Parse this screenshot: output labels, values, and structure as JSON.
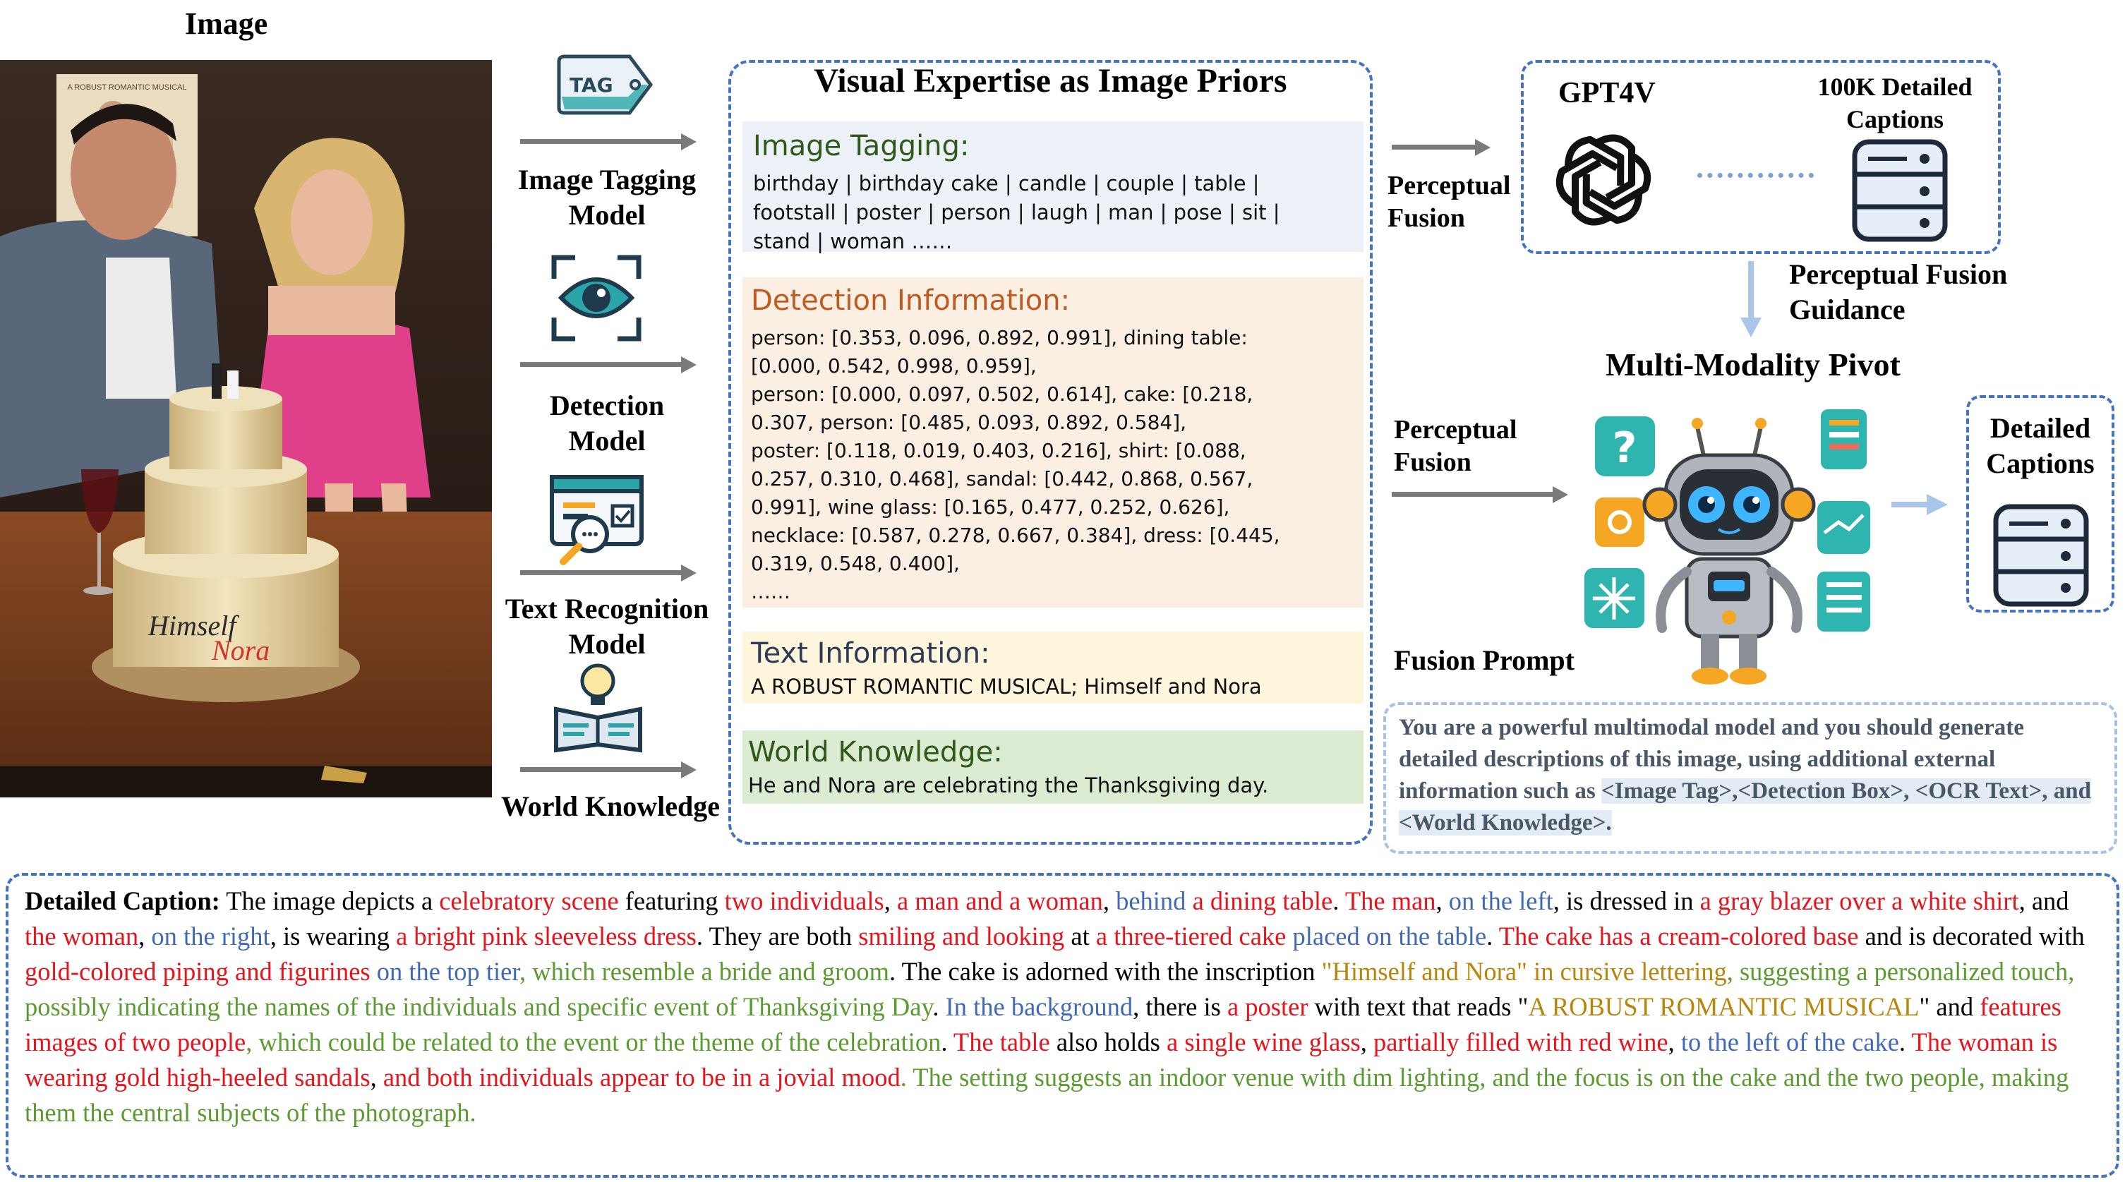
{
  "image_section": {
    "title": "Image",
    "poster_title": "A ROBUST ROMANTIC MUSICAL",
    "cake_inscription_1": "Himself",
    "cake_inscription_2": "Nora"
  },
  "models": {
    "tag_icon_text": "TAG",
    "tagging": "Image Tagging\nModel",
    "detection": "Detection\nModel",
    "text_recognition": "Text Recognition\nModel",
    "world_knowledge": "World Knowledge"
  },
  "priors": {
    "title": "Visual Expertise as Image Priors",
    "tagging": {
      "title": "Image Tagging:",
      "text": "birthday | birthday cake | candle | couple | table |\nfootstall | poster | person | laugh | man | pose | sit |\nstand | woman ……"
    },
    "detection": {
      "title": "Detection Information:",
      "text": "person: [0.353, 0.096, 0.892, 0.991], dining table:\n[0.000, 0.542, 0.998, 0.959],\nperson: [0.000, 0.097, 0.502, 0.614], cake: [0.218,\n0.307, person: [0.485, 0.093, 0.892, 0.584],\nposter: [0.118, 0.019, 0.403, 0.216],  shirt: [0.088,\n0.257, 0.310, 0.468], sandal: [0.442, 0.868, 0.567,\n0.991], wine glass: [0.165, 0.477, 0.252, 0.626],\nnecklace: [0.587, 0.278, 0.667, 0.384],  dress: [0.445,\n0.319, 0.548, 0.400],\n……"
    },
    "text_info": {
      "title": "Text Information:",
      "text": "A ROBUST ROMANTIC MUSICAL; Himself and Nora"
    },
    "world": {
      "title": "World Knowledge:",
      "text": "He and Nora are celebrating the Thanksgiving day."
    }
  },
  "right": {
    "perceptual_fusion_1": "Perceptual\nFusion",
    "perceptual_fusion_2": "Perceptual\nFusion",
    "gpt4v": "GPT4V",
    "captions_100k": "100K Detailed\nCaptions",
    "fusion_guidance": "Perceptual Fusion\nGuidance",
    "pivot_title": "Multi-Modality Pivot",
    "detailed_captions": "Detailed\nCaptions",
    "fusion_prompt_label": "Fusion Prompt",
    "prompt_text": "You are a powerful multimodal model and you should generate detailed descriptions of this image, using additional external information such as ",
    "prompt_highlight": "<Image Tag>,<Detection Box>, <OCR Text>, and <World Knowledge>."
  },
  "caption": {
    "label": "Detailed Caption:",
    "segments": [
      {
        "t": " The image depicts a ",
        "c": "black"
      },
      {
        "t": "celebratory scene",
        "c": "red"
      },
      {
        "t": " featuring ",
        "c": "black"
      },
      {
        "t": "two individuals",
        "c": "red"
      },
      {
        "t": ", ",
        "c": "black"
      },
      {
        "t": "a man and a woman",
        "c": "red"
      },
      {
        "t": ", ",
        "c": "black"
      },
      {
        "t": "behind",
        "c": "blue"
      },
      {
        "t": " ",
        "c": "black"
      },
      {
        "t": "a dining table",
        "c": "red"
      },
      {
        "t": ". ",
        "c": "black"
      },
      {
        "t": "The man",
        "c": "red"
      },
      {
        "t": ", ",
        "c": "black"
      },
      {
        "t": "on the left",
        "c": "blue"
      },
      {
        "t": ", is dressed in ",
        "c": "black"
      },
      {
        "t": "a gray blazer over a white shirt",
        "c": "red"
      },
      {
        "t": ", and ",
        "c": "black"
      },
      {
        "t": "the woman",
        "c": "red"
      },
      {
        "t": ", ",
        "c": "black"
      },
      {
        "t": "on the right",
        "c": "blue"
      },
      {
        "t": ", is wearing ",
        "c": "black"
      },
      {
        "t": "a bright pink sleeveless dress",
        "c": "red"
      },
      {
        "t": ". They are both ",
        "c": "black"
      },
      {
        "t": "smiling and looking",
        "c": "red"
      },
      {
        "t": " at ",
        "c": "black"
      },
      {
        "t": "a three-tiered cake",
        "c": "red"
      },
      {
        "t": " placed on the table",
        "c": "blue"
      },
      {
        "t": ". ",
        "c": "black"
      },
      {
        "t": "The cake has a cream-colored base",
        "c": "red"
      },
      {
        "t": " and is decorated with ",
        "c": "black"
      },
      {
        "t": "gold-colored piping and figurines",
        "c": "red"
      },
      {
        "t": " on the top tier",
        "c": "blue"
      },
      {
        "t": ", which resemble a bride and groom",
        "c": "green"
      },
      {
        "t": ". The cake is adorned with the inscription ",
        "c": "black"
      },
      {
        "t": "\"Himself and Nora\" in cursive lettering",
        "c": "gold"
      },
      {
        "t": ", suggesting a personalized touch, possibly indicating the names of the individuals and specific event of Thanksgiving Day",
        "c": "green"
      },
      {
        "t": ". ",
        "c": "black"
      },
      {
        "t": "In the background",
        "c": "blue"
      },
      {
        "t": ", there is ",
        "c": "black"
      },
      {
        "t": "a poster",
        "c": "red"
      },
      {
        "t": " with text that reads \"",
        "c": "black"
      },
      {
        "t": "A ROBUST ROMANTIC MUSICAL",
        "c": "gold"
      },
      {
        "t": "\" and ",
        "c": "black"
      },
      {
        "t": "features images of two people",
        "c": "red"
      },
      {
        "t": ", which could be related to the event or the theme of the celebration",
        "c": "green"
      },
      {
        "t": ". ",
        "c": "black"
      },
      {
        "t": "The table",
        "c": "red"
      },
      {
        "t": " also holds ",
        "c": "black"
      },
      {
        "t": "a single wine glass",
        "c": "red"
      },
      {
        "t": ", ",
        "c": "black"
      },
      {
        "t": "partially filled with red wine",
        "c": "red"
      },
      {
        "t": ", ",
        "c": "black"
      },
      {
        "t": "to the left of the cake",
        "c": "blue"
      },
      {
        "t": ". ",
        "c": "black"
      },
      {
        "t": "The woman is wearing gold high-heeled sandals",
        "c": "red"
      },
      {
        "t": ", ",
        "c": "black"
      },
      {
        "t": "and both individuals appear to be in a jovial mood",
        "c": "red"
      },
      {
        "t": ". The setting suggests an indoor venue with dim lighting, and the focus is on the cake and the two people, making them the central subjects of the photograph.",
        "c": "green"
      }
    ]
  },
  "colors": {
    "accent_blue": "#4472c4",
    "red": "#e8141c",
    "blue": "#4169b8",
    "green": "#5c9a32",
    "gold": "#b8860b"
  }
}
